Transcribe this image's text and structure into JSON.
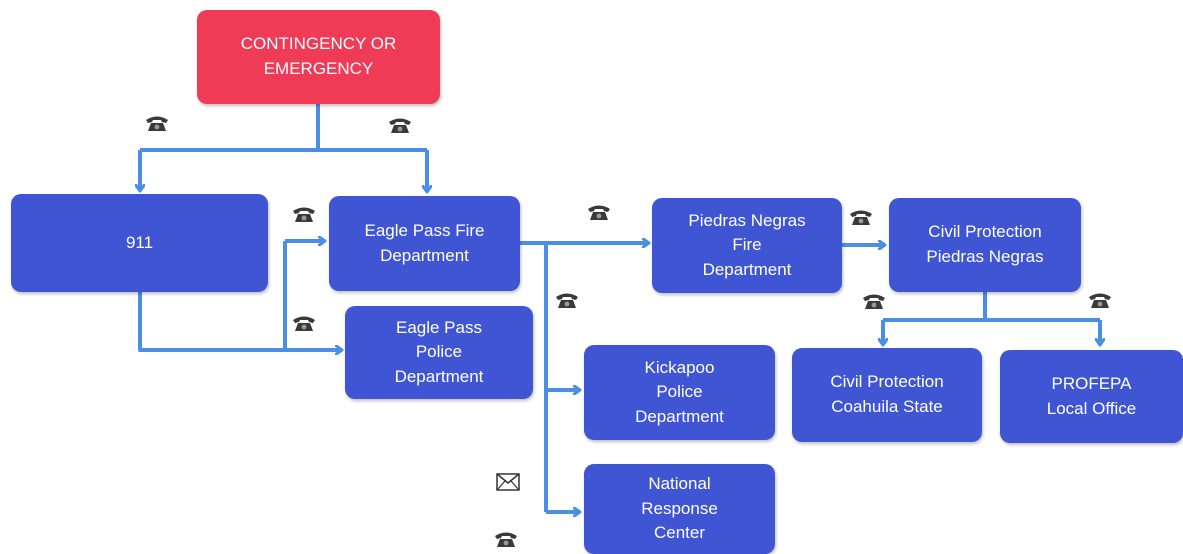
{
  "nodes": {
    "emergency": "CONTINGENCY OR\nEMERGENCY",
    "n911": "911",
    "ep_fire": "Eagle Pass Fire\nDepartment",
    "ep_police": "Eagle Pass\nPolice\nDepartment",
    "kickapoo": "Kickapoo\nPolice\nDepartment",
    "nrc": "National\nResponse\nCenter",
    "pn_fire": "Piedras Negras\nFire\nDepartment",
    "civil_pn": "Civil Protection\nPiedras Negras",
    "civil_coah": "Civil Protection\nCoahuila State",
    "profepa": "PROFEPA\nLocal Office"
  },
  "colors": {
    "node_fill": "#3f55d4",
    "alert_fill": "#ef3b55",
    "arrow": "#4a8ee6",
    "icon": "#3a3a3a"
  },
  "icons": {
    "phone": "telephone-icon",
    "mail": "envelope-icon"
  }
}
